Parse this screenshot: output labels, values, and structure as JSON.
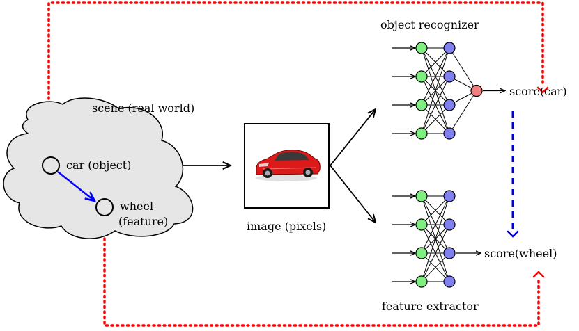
{
  "labels": {
    "scene": "scene (real world)",
    "car_object": "car (object)",
    "wheel": "wheel",
    "feature": "(feature)",
    "image_pixels": "image (pixels)",
    "object_recognizer": "object recognizer",
    "feature_extractor": "feature extractor",
    "score_car": "score(car)",
    "score_wheel": "score(wheel)"
  },
  "colors": {
    "cloud_fill": "#e6e6e6",
    "input_node": "#80ee80",
    "hidden_node": "#8080f0",
    "output_node": "#f08080",
    "red_dotted": "#ff0000",
    "blue_dashed": "#0000dd",
    "blue_arrow": "#0000ff",
    "car_body": "#dd1a1a"
  },
  "icons": {
    "car": "red-car-icon"
  }
}
